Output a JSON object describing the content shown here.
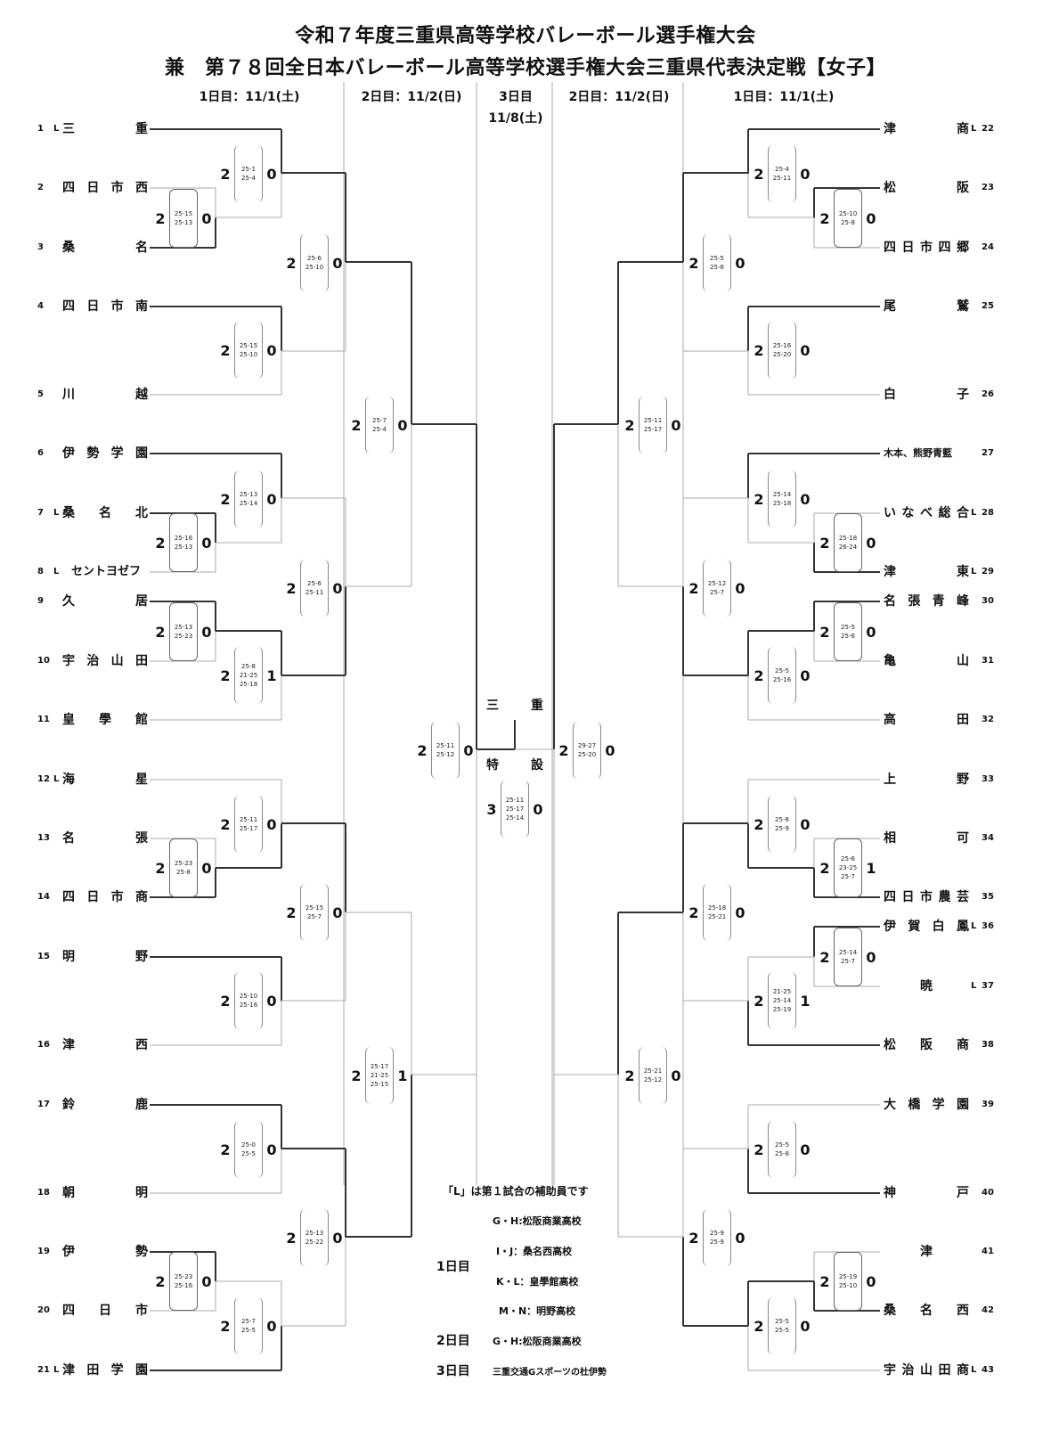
{
  "title_line1": "令和７年度三重県高等学校バレーボール選手権大会",
  "title_line2": "兼　第７８回全日本バレーボール高等学校選手権大会三重県代表決定戦【女子】",
  "headers": {
    "left_day1": "1日目：11/1(土)",
    "left_day2": "2日目：11/2(日)",
    "center_day3_a": "3日目",
    "center_day3_b": "11/8(土)",
    "right_day2": "2日目：11/2(日)",
    "right_day1": "1日目：11/1(土)"
  },
  "left_teams": [
    {
      "seed": "1",
      "l": "L",
      "name": [
        "三",
        "重"
      ]
    },
    {
      "seed": "2",
      "l": "",
      "name": [
        "四",
        "日",
        "市",
        "西"
      ]
    },
    {
      "seed": "3",
      "l": "",
      "name": [
        "桑",
        "名"
      ]
    },
    {
      "seed": "4",
      "l": "",
      "name": [
        "四",
        "日",
        "市",
        "南"
      ]
    },
    {
      "seed": "5",
      "l": "",
      "name": [
        "川",
        "越"
      ]
    },
    {
      "seed": "6",
      "l": "",
      "name": [
        "伊",
        "勢",
        "学",
        "園"
      ]
    },
    {
      "seed": "7",
      "l": "L",
      "name": [
        "桑",
        "名",
        "北"
      ]
    },
    {
      "seed": "8",
      "l": "L",
      "name": [
        "セントヨゼフ"
      ]
    },
    {
      "seed": "9",
      "l": "",
      "name": [
        "久",
        "居"
      ]
    },
    {
      "seed": "10",
      "l": "",
      "name": [
        "宇",
        "治",
        "山",
        "田"
      ]
    },
    {
      "seed": "11",
      "l": "",
      "name": [
        "皇",
        "學",
        "館"
      ]
    },
    {
      "seed": "12",
      "l": "L",
      "name": [
        "海",
        "星"
      ]
    },
    {
      "seed": "13",
      "l": "",
      "name": [
        "名",
        "張"
      ]
    },
    {
      "seed": "14",
      "l": "",
      "name": [
        "四",
        "日",
        "市",
        "商"
      ]
    },
    {
      "seed": "15",
      "l": "",
      "name": [
        "明",
        "野"
      ]
    },
    {
      "seed": "16",
      "l": "",
      "name": [
        "津",
        "西"
      ]
    },
    {
      "seed": "17",
      "l": "",
      "name": [
        "鈴",
        "鹿"
      ]
    },
    {
      "seed": "18",
      "l": "",
      "name": [
        "朝",
        "明"
      ]
    },
    {
      "seed": "19",
      "l": "",
      "name": [
        "伊",
        "勢"
      ]
    },
    {
      "seed": "20",
      "l": "",
      "name": [
        "四",
        "日",
        "市"
      ]
    },
    {
      "seed": "21",
      "l": "L",
      "name": [
        "津",
        "田",
        "学",
        "園"
      ]
    }
  ],
  "right_teams": [
    {
      "seed": "22",
      "l": "L",
      "name": [
        "津",
        "商"
      ]
    },
    {
      "seed": "23",
      "l": "",
      "name": [
        "松",
        "阪"
      ]
    },
    {
      "seed": "24",
      "l": "",
      "name": [
        "四",
        "日",
        "市",
        "四",
        "郷"
      ]
    },
    {
      "seed": "25",
      "l": "",
      "name": [
        "尾",
        "鷲"
      ]
    },
    {
      "seed": "26",
      "l": "",
      "name": [
        "白",
        "子"
      ]
    },
    {
      "seed": "27",
      "l": "",
      "name": [
        "木本、熊野青藍"
      ]
    },
    {
      "seed": "28",
      "l": "L",
      "name": [
        "い",
        "な",
        "べ",
        "総",
        "合"
      ]
    },
    {
      "seed": "29",
      "l": "L",
      "name": [
        "津",
        "東"
      ]
    },
    {
      "seed": "30",
      "l": "",
      "name": [
        "名",
        "張",
        "青",
        "峰"
      ]
    },
    {
      "seed": "31",
      "l": "",
      "name": [
        "亀",
        "山"
      ]
    },
    {
      "seed": "32",
      "l": "",
      "name": [
        "高",
        "田"
      ]
    },
    {
      "seed": "33",
      "l": "",
      "name": [
        "上",
        "野"
      ]
    },
    {
      "seed": "34",
      "l": "",
      "name": [
        "相",
        "可"
      ]
    },
    {
      "seed": "35",
      "l": "",
      "name": [
        "四",
        "日",
        "市",
        "農",
        "芸"
      ]
    },
    {
      "seed": "36",
      "l": "L",
      "name": [
        "伊",
        "賀",
        "白",
        "鳳"
      ]
    },
    {
      "seed": "37",
      "l": "L",
      "name": [
        "暁"
      ]
    },
    {
      "seed": "38",
      "l": "",
      "name": [
        "松",
        "阪",
        "商"
      ]
    },
    {
      "seed": "39",
      "l": "",
      "name": [
        "大",
        "橋",
        "学",
        "園"
      ]
    },
    {
      "seed": "40",
      "l": "",
      "name": [
        "神",
        "戸"
      ]
    },
    {
      "seed": "41",
      "l": "",
      "name": [
        "津"
      ]
    },
    {
      "seed": "42",
      "l": "",
      "name": [
        "桑",
        "名",
        "西"
      ]
    },
    {
      "seed": "43",
      "l": "L",
      "name": [
        "宇",
        "治",
        "山",
        "田",
        "商"
      ]
    }
  ],
  "scores": [
    {
      "w": "2",
      "sets": [
        "25-1",
        "25-4"
      ],
      "l": "0"
    },
    {
      "w": "2",
      "sets": [
        "25-15",
        "25-13"
      ],
      "l": "0"
    },
    {
      "w": "2",
      "sets": [
        "25-6",
        "25-10"
      ],
      "l": "0"
    },
    {
      "w": "2",
      "sets": [
        "25-15",
        "25-10"
      ],
      "l": "0"
    },
    {
      "w": "2",
      "sets": [
        "25-7",
        "25-4"
      ],
      "l": "0"
    },
    {
      "w": "2",
      "sets": [
        "25-13",
        "25-14"
      ],
      "l": "0"
    },
    {
      "w": "2",
      "sets": [
        "25-16",
        "25-13"
      ],
      "l": "0"
    },
    {
      "w": "2",
      "sets": [
        "25-6",
        "25-11"
      ],
      "l": "0"
    },
    {
      "w": "2",
      "sets": [
        "25-13",
        "25-23"
      ],
      "l": "0"
    },
    {
      "w": "2",
      "sets": [
        "25-8",
        "21-25",
        "25-18"
      ],
      "l": "1"
    },
    {
      "w": "2",
      "sets": [
        "25-11",
        "25-12"
      ],
      "l": "0"
    },
    {
      "w": "2",
      "sets": [
        "25-11",
        "25-17"
      ],
      "l": "0"
    },
    {
      "w": "2",
      "sets": [
        "25-23",
        "25-8"
      ],
      "l": "0"
    },
    {
      "w": "2",
      "sets": [
        "25-15",
        "25-7"
      ],
      "l": "0"
    },
    {
      "w": "2",
      "sets": [
        "25-10",
        "25-16"
      ],
      "l": "0"
    },
    {
      "w": "2",
      "sets": [
        "25-17",
        "21-25",
        "25-15"
      ],
      "l": "1"
    },
    {
      "w": "2",
      "sets": [
        "25-0",
        "25-5"
      ],
      "l": "0"
    },
    {
      "w": "2",
      "sets": [
        "25-13",
        "25-22"
      ],
      "l": "0"
    },
    {
      "w": "2",
      "sets": [
        "25-23",
        "25-16"
      ],
      "l": "0"
    },
    {
      "w": "2",
      "sets": [
        "25-7",
        "25-5"
      ],
      "l": "0"
    },
    {
      "w": "2",
      "sets": [
        "25-4",
        "25-11"
      ],
      "l": "0"
    },
    {
      "w": "2",
      "sets": [
        "25-10",
        "25-8"
      ],
      "l": "0"
    },
    {
      "w": "2",
      "sets": [
        "25-5",
        "25-6"
      ],
      "l": "0"
    },
    {
      "w": "2",
      "sets": [
        "25-16",
        "25-20"
      ],
      "l": "0"
    },
    {
      "w": "2",
      "sets": [
        "25-11",
        "25-17"
      ],
      "l": "0"
    },
    {
      "w": "2",
      "sets": [
        "25-14",
        "25-18"
      ],
      "l": "0"
    },
    {
      "w": "2",
      "sets": [
        "25-18",
        "26-24"
      ],
      "l": "0"
    },
    {
      "w": "2",
      "sets": [
        "25-12",
        "25-7"
      ],
      "l": "0"
    },
    {
      "w": "2",
      "sets": [
        "25-5",
        "25-6"
      ],
      "l": "0"
    },
    {
      "w": "2",
      "sets": [
        "25-5",
        "25-16"
      ],
      "l": "0"
    },
    {
      "w": "2",
      "sets": [
        "29-27",
        "25-20"
      ],
      "l": "0"
    },
    {
      "w": "2",
      "sets": [
        "25-8",
        "25-9"
      ],
      "l": "0"
    },
    {
      "w": "2",
      "sets": [
        "25-6",
        "23-25",
        "25-7"
      ],
      "l": "1"
    },
    {
      "w": "2",
      "sets": [
        "25-18",
        "25-21"
      ],
      "l": "0"
    },
    {
      "w": "2",
      "sets": [
        "25-14",
        "25-7"
      ],
      "l": "0"
    },
    {
      "w": "2",
      "sets": [
        "21-25",
        "25-14",
        "25-19"
      ],
      "l": "1"
    },
    {
      "w": "2",
      "sets": [
        "25-21",
        "25-12"
      ],
      "l": "0"
    },
    {
      "w": "2",
      "sets": [
        "25-5",
        "25-8"
      ],
      "l": "0"
    },
    {
      "w": "2",
      "sets": [
        "25-9",
        "25-9"
      ],
      "l": "0"
    },
    {
      "w": "2",
      "sets": [
        "25-19",
        "25-10"
      ],
      "l": "0"
    },
    {
      "w": "2",
      "sets": [
        "25-5",
        "25-5"
      ],
      "l": "0"
    },
    {
      "w": "3",
      "sets": [
        "25-11",
        "25-17",
        "25-14"
      ],
      "l": "0"
    }
  ],
  "final": {
    "winner_a": "三",
    "winner_b": "重",
    "runner_a": "特",
    "runner_b": "設"
  },
  "notes": {
    "l_note": "「L」は第１試合の補助員です",
    "day1_label": "1日目",
    "day1_lines": [
      "G・H:松阪商業高校",
      "I・J：桑名西高校",
      "K・L：皇學館高校",
      "M・N：明野高校"
    ],
    "day2_label": "2日目",
    "day2_line": "G・H:松阪商業高校",
    "day3_label": "3日目",
    "day3_line": "三重交通Gスポーツの杜伊勢"
  }
}
